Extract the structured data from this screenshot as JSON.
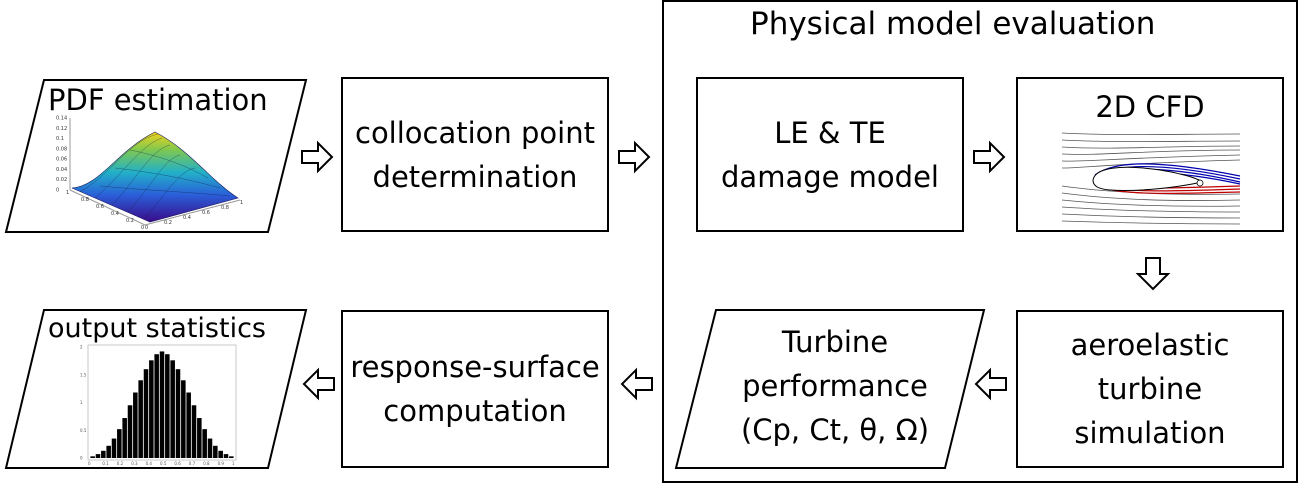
{
  "stages": {
    "pdf_estimation": "PDF estimation",
    "collocation": "collocation point\ndetermination",
    "damage_model": "LE & TE\ndamage model",
    "cfd": "2D CFD",
    "aeroelastic": "aeroelastic\nturbine\nsimulation",
    "turbine_performance": "Turbine\nperformance\n(Cp, Ct, θ,   Ω)",
    "response_surface": "response-surface\ncomputation",
    "output_statistics": "output statistics"
  },
  "group": {
    "title": "Physical model evaluation"
  },
  "pdf_plot": {
    "z_ticks": [
      "0",
      "0.02",
      "0.04",
      "0.06",
      "0.08",
      "0.1",
      "0.12",
      "0.14"
    ],
    "x_ticks": [
      "0",
      "0.2",
      "0.4",
      "0.6",
      "0.8",
      "1"
    ],
    "y_ticks": [
      "0",
      "0.2",
      "0.4",
      "0.6",
      "0.8",
      "1"
    ]
  },
  "histogram": {
    "y_ticks": [
      "0",
      "0.5",
      "1",
      "1.5",
      "2"
    ],
    "x_ticks": [
      "0",
      "0.1",
      "0.2",
      "0.3",
      "0.4",
      "0.5",
      "0.6",
      "0.7",
      "0.8",
      "0.9",
      "1"
    ],
    "values": [
      0.03,
      0.07,
      0.13,
      0.22,
      0.35,
      0.52,
      0.72,
      0.95,
      1.18,
      1.4,
      1.6,
      1.76,
      1.87,
      1.92,
      1.87,
      1.76,
      1.6,
      1.4,
      1.18,
      0.95,
      0.72,
      0.52,
      0.35,
      0.22,
      0.13,
      0.07,
      0.03
    ],
    "ylim": [
      0,
      2
    ]
  },
  "colors": {
    "line": "#000000",
    "pressure_side": "#cc0000",
    "suction_side": "#0000b0"
  }
}
